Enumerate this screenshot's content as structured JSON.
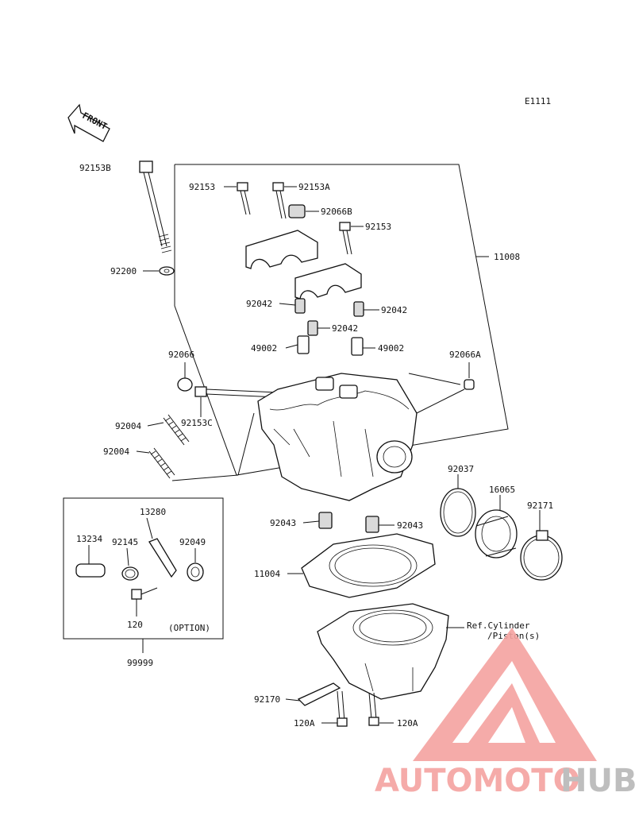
{
  "diagram_code": "E1111",
  "front_label": "FRONT",
  "labels": {
    "p92153B": "92153B",
    "p92153_a": "92153",
    "p92153A": "92153A",
    "p92066B": "92066B",
    "p92153_b": "92153",
    "p11008": "11008",
    "p92200": "92200",
    "p92042_a": "92042",
    "p92042_b": "92042",
    "p92042_c": "92042",
    "p49002_a": "49002",
    "p49002_b": "49002",
    "p92066": "92066",
    "p92066A": "92066A",
    "p92153C": "92153C",
    "p92004_a": "92004",
    "p92004_b": "92004",
    "p92037": "92037",
    "p16065": "16065",
    "p92171": "92171",
    "p13280": "13280",
    "p13234": "13234",
    "p92145": "92145",
    "p92049": "92049",
    "p120": "120",
    "option": "(OPTION)",
    "p99999": "99999",
    "p92043_a": "92043",
    "p92043_b": "92043",
    "p11004": "11004",
    "ref_cyl_1": "Ref.Cylinder",
    "ref_cyl_2": "/Piston(s)",
    "p92170": "92170",
    "p120A_a": "120A",
    "p120A_b": "120A"
  },
  "watermark": {
    "part1": "AUTOMOTO",
    "part2": "HUB",
    "color_primary": "#f4a3a0",
    "color_secondary": "#b8b8b8",
    "color_accent": "#f7b98a"
  }
}
